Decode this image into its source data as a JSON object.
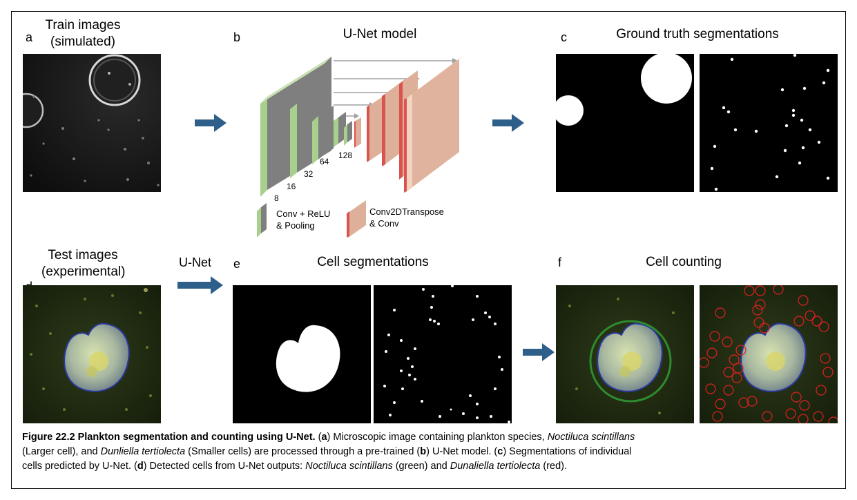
{
  "panels": {
    "a": {
      "letter": "a",
      "title_line1": "Train images",
      "title_line2": "(simulated)"
    },
    "b": {
      "letter": "b",
      "title": "U-Net model",
      "channels": [
        "8",
        "16",
        "32",
        "64",
        "128"
      ],
      "legend_conv": [
        "Conv + ReLU",
        "& Pooling"
      ],
      "legend_deconv": [
        "Conv2DTranspose",
        "& Conv"
      ]
    },
    "c": {
      "letter": "c",
      "title": "Ground truth segmentations"
    },
    "d": {
      "letter": "d",
      "title_line1": "Test images",
      "title_line2": "(experimental)"
    },
    "e": {
      "letter": "e",
      "title": "Cell segmentations"
    },
    "f": {
      "letter": "f",
      "title": "Cell counting"
    }
  },
  "unet_arrow_label": "U-Net",
  "caption": {
    "figure_label": "Figure 22.2 Plankton segmentation and counting using U-Net.",
    "a_letter": "a",
    "a_text_1": " Microscopic image containing plankton species, ",
    "species_1": "Noctiluca scintillans",
    "a_text_2": "(Larger cell), and ",
    "species_2": "Dunliella tertiolecta",
    "a_text_3": " (Smaller cells) are processed through a pre-trained (",
    "b_letter": "b",
    "b_text": ") U-Net model. (",
    "c_letter": "c",
    "c_text_1": ") Segmentations of individual",
    "c_text_2": "cells predicted by U-Net. (",
    "d_letter": "d",
    "d_text_1": ") Detected cells from U-Net outputs: ",
    "species_3": "Noctiluca scintillans",
    "d_text_2": " (green) and ",
    "species_4": "Dunaliella tertiolecta",
    "d_text_3": " (red)."
  },
  "colors": {
    "arrow": "#2e5f8a",
    "encoder_green": "#a8d08d",
    "encoder_gray": "#7f7f7f",
    "decoder_tan": "#deb09a",
    "decoder_red": "#d9534f",
    "count_green": "#2e8b2e",
    "count_red": "#e02020"
  }
}
